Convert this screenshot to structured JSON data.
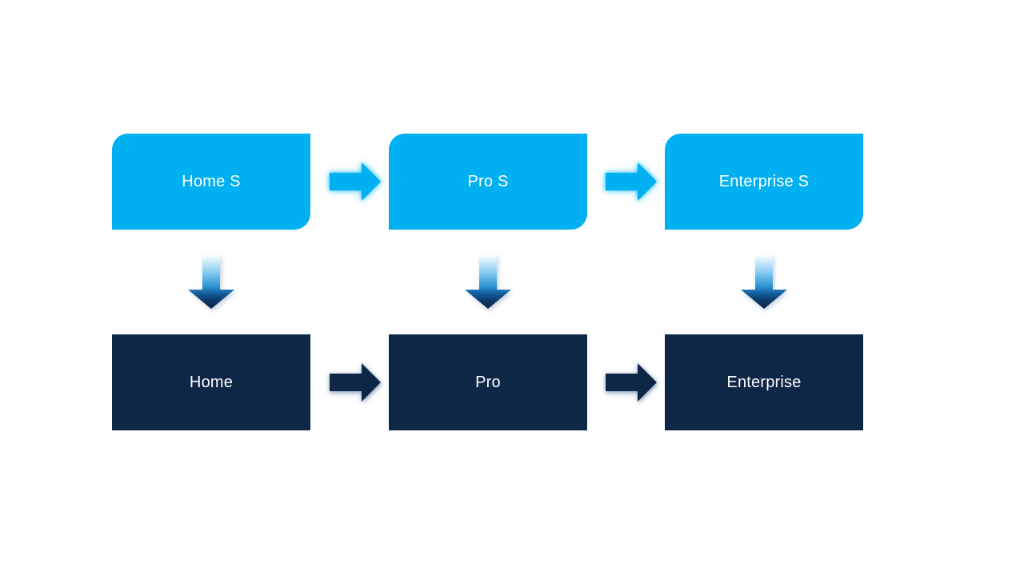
{
  "colors": {
    "background": "#ffffff",
    "cyan": "#00b0f0",
    "navy": "#0e2747",
    "text": "#ffffff"
  },
  "boxes": {
    "top": [
      {
        "label": "Home S"
      },
      {
        "label": "Pro S"
      },
      {
        "label": "Enterprise S"
      }
    ],
    "bottom": [
      {
        "label": "Home"
      },
      {
        "label": "Pro"
      },
      {
        "label": "Enterprise"
      }
    ]
  },
  "icons": {
    "right_arrow": "right-arrow",
    "down_arrow": "down-arrow"
  }
}
